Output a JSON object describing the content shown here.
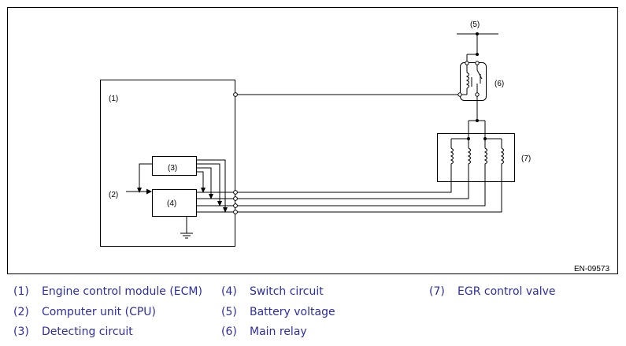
{
  "diagram": {
    "code": "EN-09573",
    "callouts": {
      "ecm": "(1)",
      "cpu": "(2)",
      "detecting": "(3)",
      "switch": "(4)",
      "battery": "(5)",
      "relay": "(6)",
      "egr": "(7)"
    }
  },
  "legend": [
    {
      "num": "(1)",
      "label": "Engine control module (ECM)"
    },
    {
      "num": "(2)",
      "label": "Computer unit (CPU)"
    },
    {
      "num": "(3)",
      "label": "Detecting circuit"
    },
    {
      "num": "(4)",
      "label": "Switch circuit"
    },
    {
      "num": "(5)",
      "label": "Battery voltage"
    },
    {
      "num": "(6)",
      "label": "Main relay"
    },
    {
      "num": "(7)",
      "label": "EGR control valve"
    }
  ]
}
